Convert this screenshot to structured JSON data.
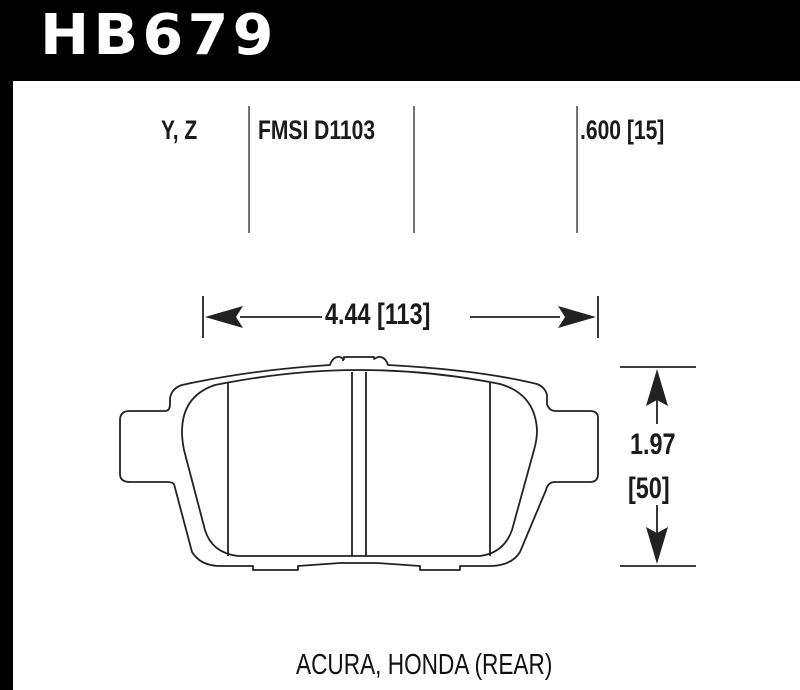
{
  "header": {
    "part_number": "HB679",
    "background": "#000000",
    "text_color": "#ffffff"
  },
  "spec_columns": {
    "compounds": "Y, Z",
    "fmsi": "FMSI D1103",
    "thickness": ".600 [15]"
  },
  "dimensions": {
    "width": "4.44 [113]",
    "height_in": "1.97",
    "height_mm": "[50]"
  },
  "application": "ACURA, HONDA (REAR)",
  "diagram": {
    "subject": "rear brake pad outline",
    "line_color": "#222222"
  }
}
